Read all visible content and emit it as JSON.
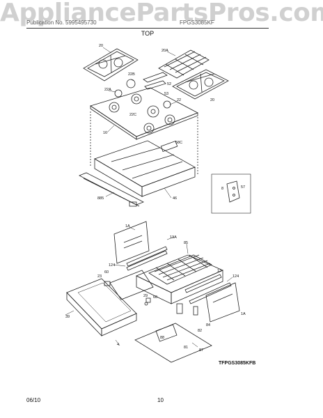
{
  "watermark": "AppliancePartsPros.com",
  "header": {
    "publication": "Publication No. 5995495730",
    "model_series": "FPGS3085KF"
  },
  "section_title": "TOP",
  "model_number": "TFPGS3085KFB",
  "footer": {
    "date": "06/10",
    "page": "10"
  },
  "callouts": {
    "c20": "20",
    "c20a": "20A",
    "c22b": "22B",
    "c22a": "22A",
    "c52": "52",
    "c53": "53",
    "c22": "22",
    "c22c": "22C",
    "c16": "16",
    "c58c": "58C",
    "c885": "885",
    "c46": "46",
    "c8": "8",
    "c57": "57",
    "c1a": "1A",
    "c13a": "13A",
    "c85": "85",
    "c124": "124",
    "c60": "60",
    "c23": "23",
    "c13": "13",
    "c29": "29",
    "c39": "39",
    "c4": "4",
    "c84": "84",
    "c82": "82",
    "c88": "88",
    "c81": "81",
    "c87": "87"
  }
}
